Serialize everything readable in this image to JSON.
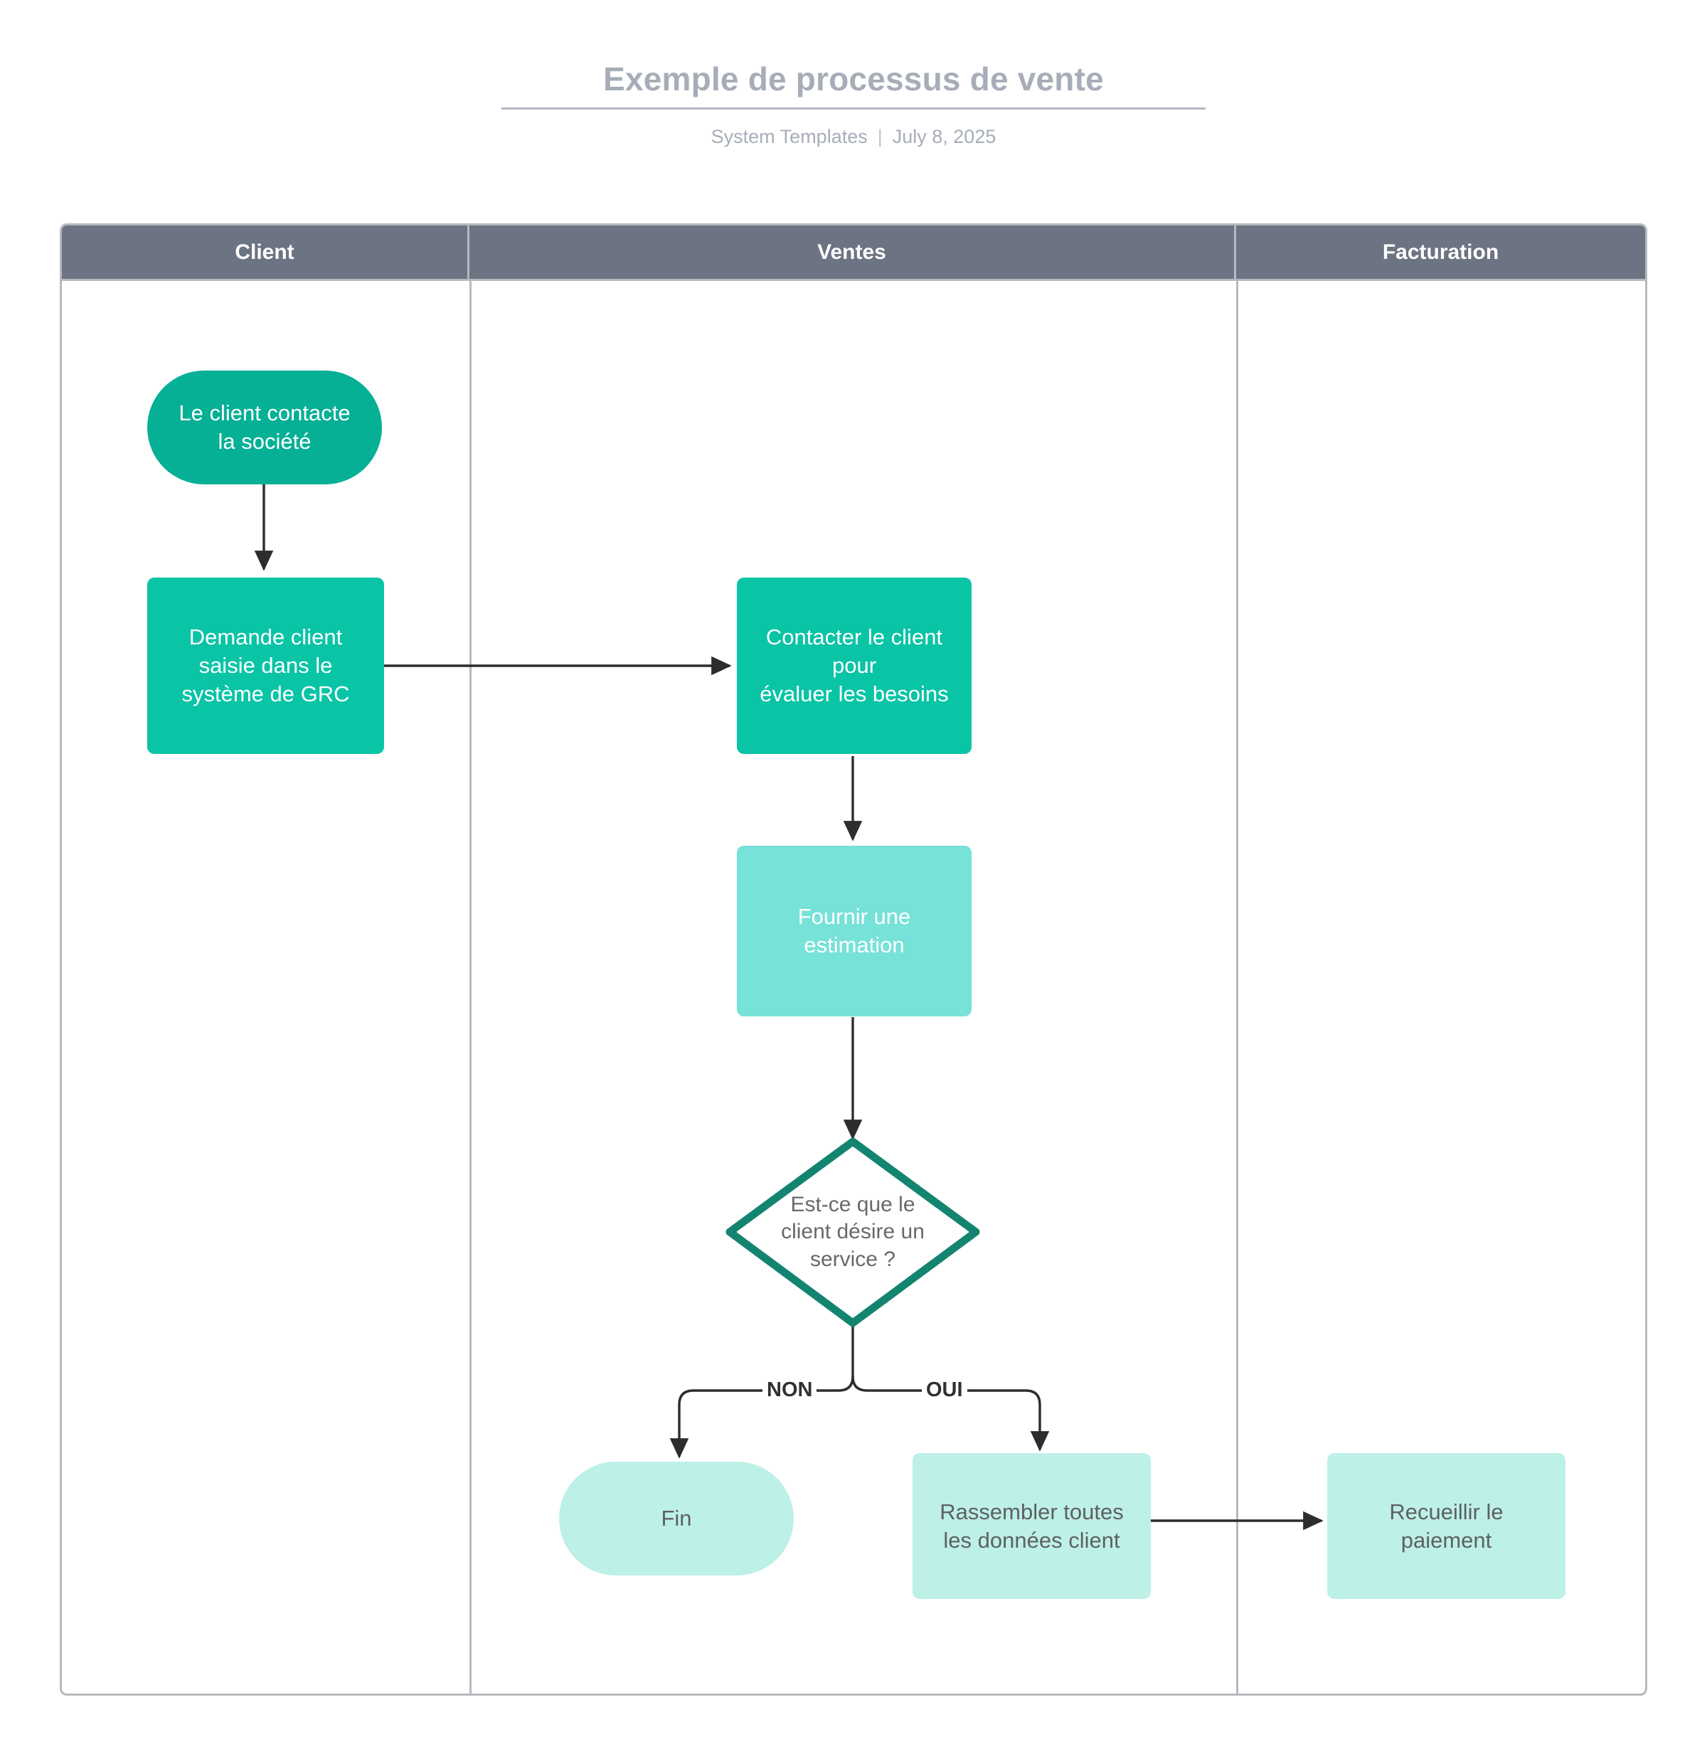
{
  "header": {
    "title": "Exemple de processus de vente",
    "author": "System Templates",
    "separator": "|",
    "date": "July 8, 2025"
  },
  "lanes": [
    {
      "label": "Client"
    },
    {
      "label": "Ventes"
    },
    {
      "label": "Facturation"
    }
  ],
  "nodes": [
    {
      "id": "start",
      "label": "Le client contacte\nla société",
      "lane": "Client",
      "shape": "terminator",
      "fill": "#05b095"
    },
    {
      "id": "crm",
      "label": "Demande client\nsaisie dans le\nsystème de GRC",
      "lane": "Client",
      "shape": "process",
      "fill": "#0ac4a6"
    },
    {
      "id": "contact",
      "label": "Contacter le client\npour\névaluer les besoins",
      "lane": "Ventes",
      "shape": "process",
      "fill": "#0ac4a6"
    },
    {
      "id": "estimate",
      "label": "Fournir une\nestimation",
      "lane": "Ventes",
      "shape": "process",
      "fill": "#76e2d8"
    },
    {
      "id": "decision",
      "label": "Est-ce que le\nclient désire un\nservice ?",
      "lane": "Ventes",
      "shape": "decision",
      "fill": "#ffffff",
      "stroke": "#13846f"
    },
    {
      "id": "end",
      "label": "Fin",
      "lane": "Ventes",
      "shape": "terminator",
      "fill": "#bdf0e7"
    },
    {
      "id": "gather",
      "label": "Rassembler toutes\nles données client",
      "lane": "Ventes",
      "shape": "process",
      "fill": "#bdf0e7"
    },
    {
      "id": "payment",
      "label": "Recueillir le\npaiement",
      "lane": "Facturation",
      "shape": "process",
      "fill": "#bdf0e7"
    }
  ],
  "edges": [
    {
      "from": "start",
      "to": "crm",
      "label": ""
    },
    {
      "from": "crm",
      "to": "contact",
      "label": ""
    },
    {
      "from": "contact",
      "to": "estimate",
      "label": ""
    },
    {
      "from": "estimate",
      "to": "decision",
      "label": ""
    },
    {
      "from": "decision",
      "to": "end",
      "label": "NON"
    },
    {
      "from": "decision",
      "to": "gather",
      "label": "OUI"
    },
    {
      "from": "gather",
      "to": "payment",
      "label": ""
    }
  ],
  "edge_labels": {
    "no": "NON",
    "yes": "OUI"
  },
  "colors": {
    "lane_header_bg": "#6c7382",
    "lane_border": "#b6b9be",
    "teal_dark": "#05b095",
    "teal_mid_dark": "#0ac4a6",
    "teal_mid": "#76e2d8",
    "teal_light": "#bdf0e7",
    "decision_stroke": "#13846f",
    "connector": "#2b2d2f",
    "title_text": "#a7adb8",
    "body_text": "#5e6163"
  }
}
